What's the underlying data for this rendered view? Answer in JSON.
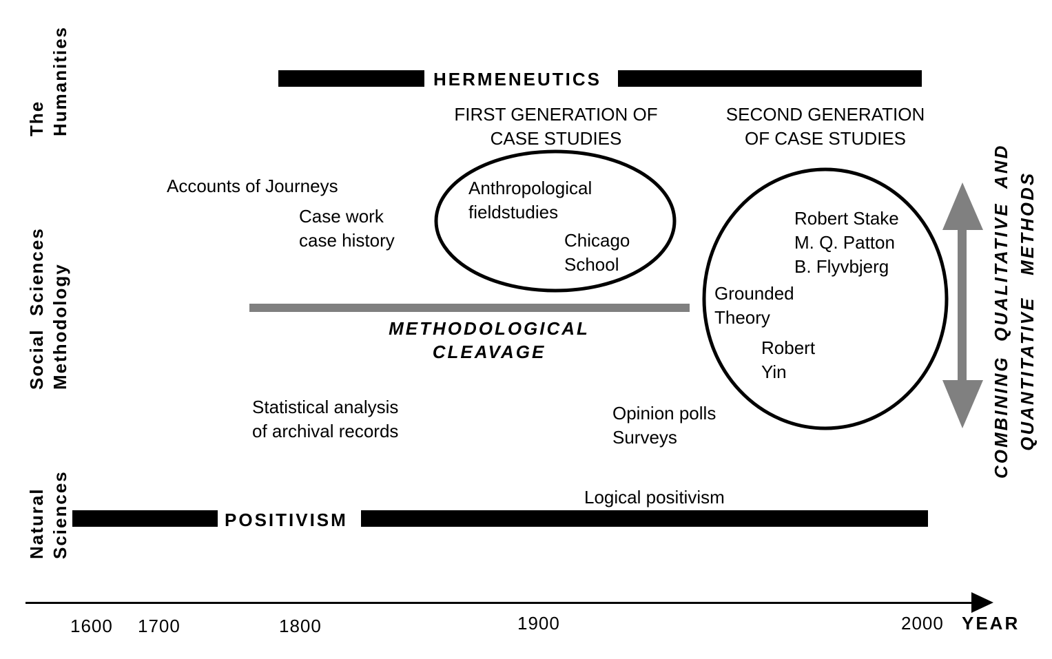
{
  "rows": {
    "humanities": [
      "The",
      "Humanities"
    ],
    "social": [
      "Social  Sciences",
      "Methodology"
    ],
    "natural": [
      "Natural",
      "Sciences"
    ]
  },
  "bars": {
    "hermeneutics": "HERMENEUTICS",
    "positivism": "POSITIVISM",
    "cleavage": [
      "METHODOLOGICAL",
      "CLEAVAGE"
    ]
  },
  "generations": {
    "first": [
      "FIRST GENERATION OF",
      "CASE STUDIES"
    ],
    "second": [
      "SECOND GENERATION",
      "OF CASE STUDIES"
    ]
  },
  "labels": {
    "accounts": "Accounts of Journeys",
    "casework": [
      "Case work",
      "case history"
    ],
    "anthro": [
      "Anthropological",
      "fieldstudies"
    ],
    "chicago": [
      "Chicago",
      "School"
    ],
    "stake": [
      "Robert Stake",
      "M. Q. Patton",
      "B. Flyvbjerg"
    ],
    "grounded": [
      "Grounded",
      "Theory"
    ],
    "yin": [
      "Robert",
      "Yin"
    ],
    "statistical": [
      "Statistical analysis",
      "of archival records"
    ],
    "opinion": [
      "Opinion polls",
      "Surveys"
    ],
    "logical": "Logical positivism"
  },
  "combining": [
    "COMBINING  QUALITATIVE  AND",
    "QUANTITATIVE   METHODS"
  ],
  "axis": {
    "ticks": [
      "1600",
      "1700",
      "1800",
      "1900",
      "2000"
    ],
    "label": "YEAR"
  },
  "colors": {
    "black": "#000000",
    "gray": "#808080"
  }
}
